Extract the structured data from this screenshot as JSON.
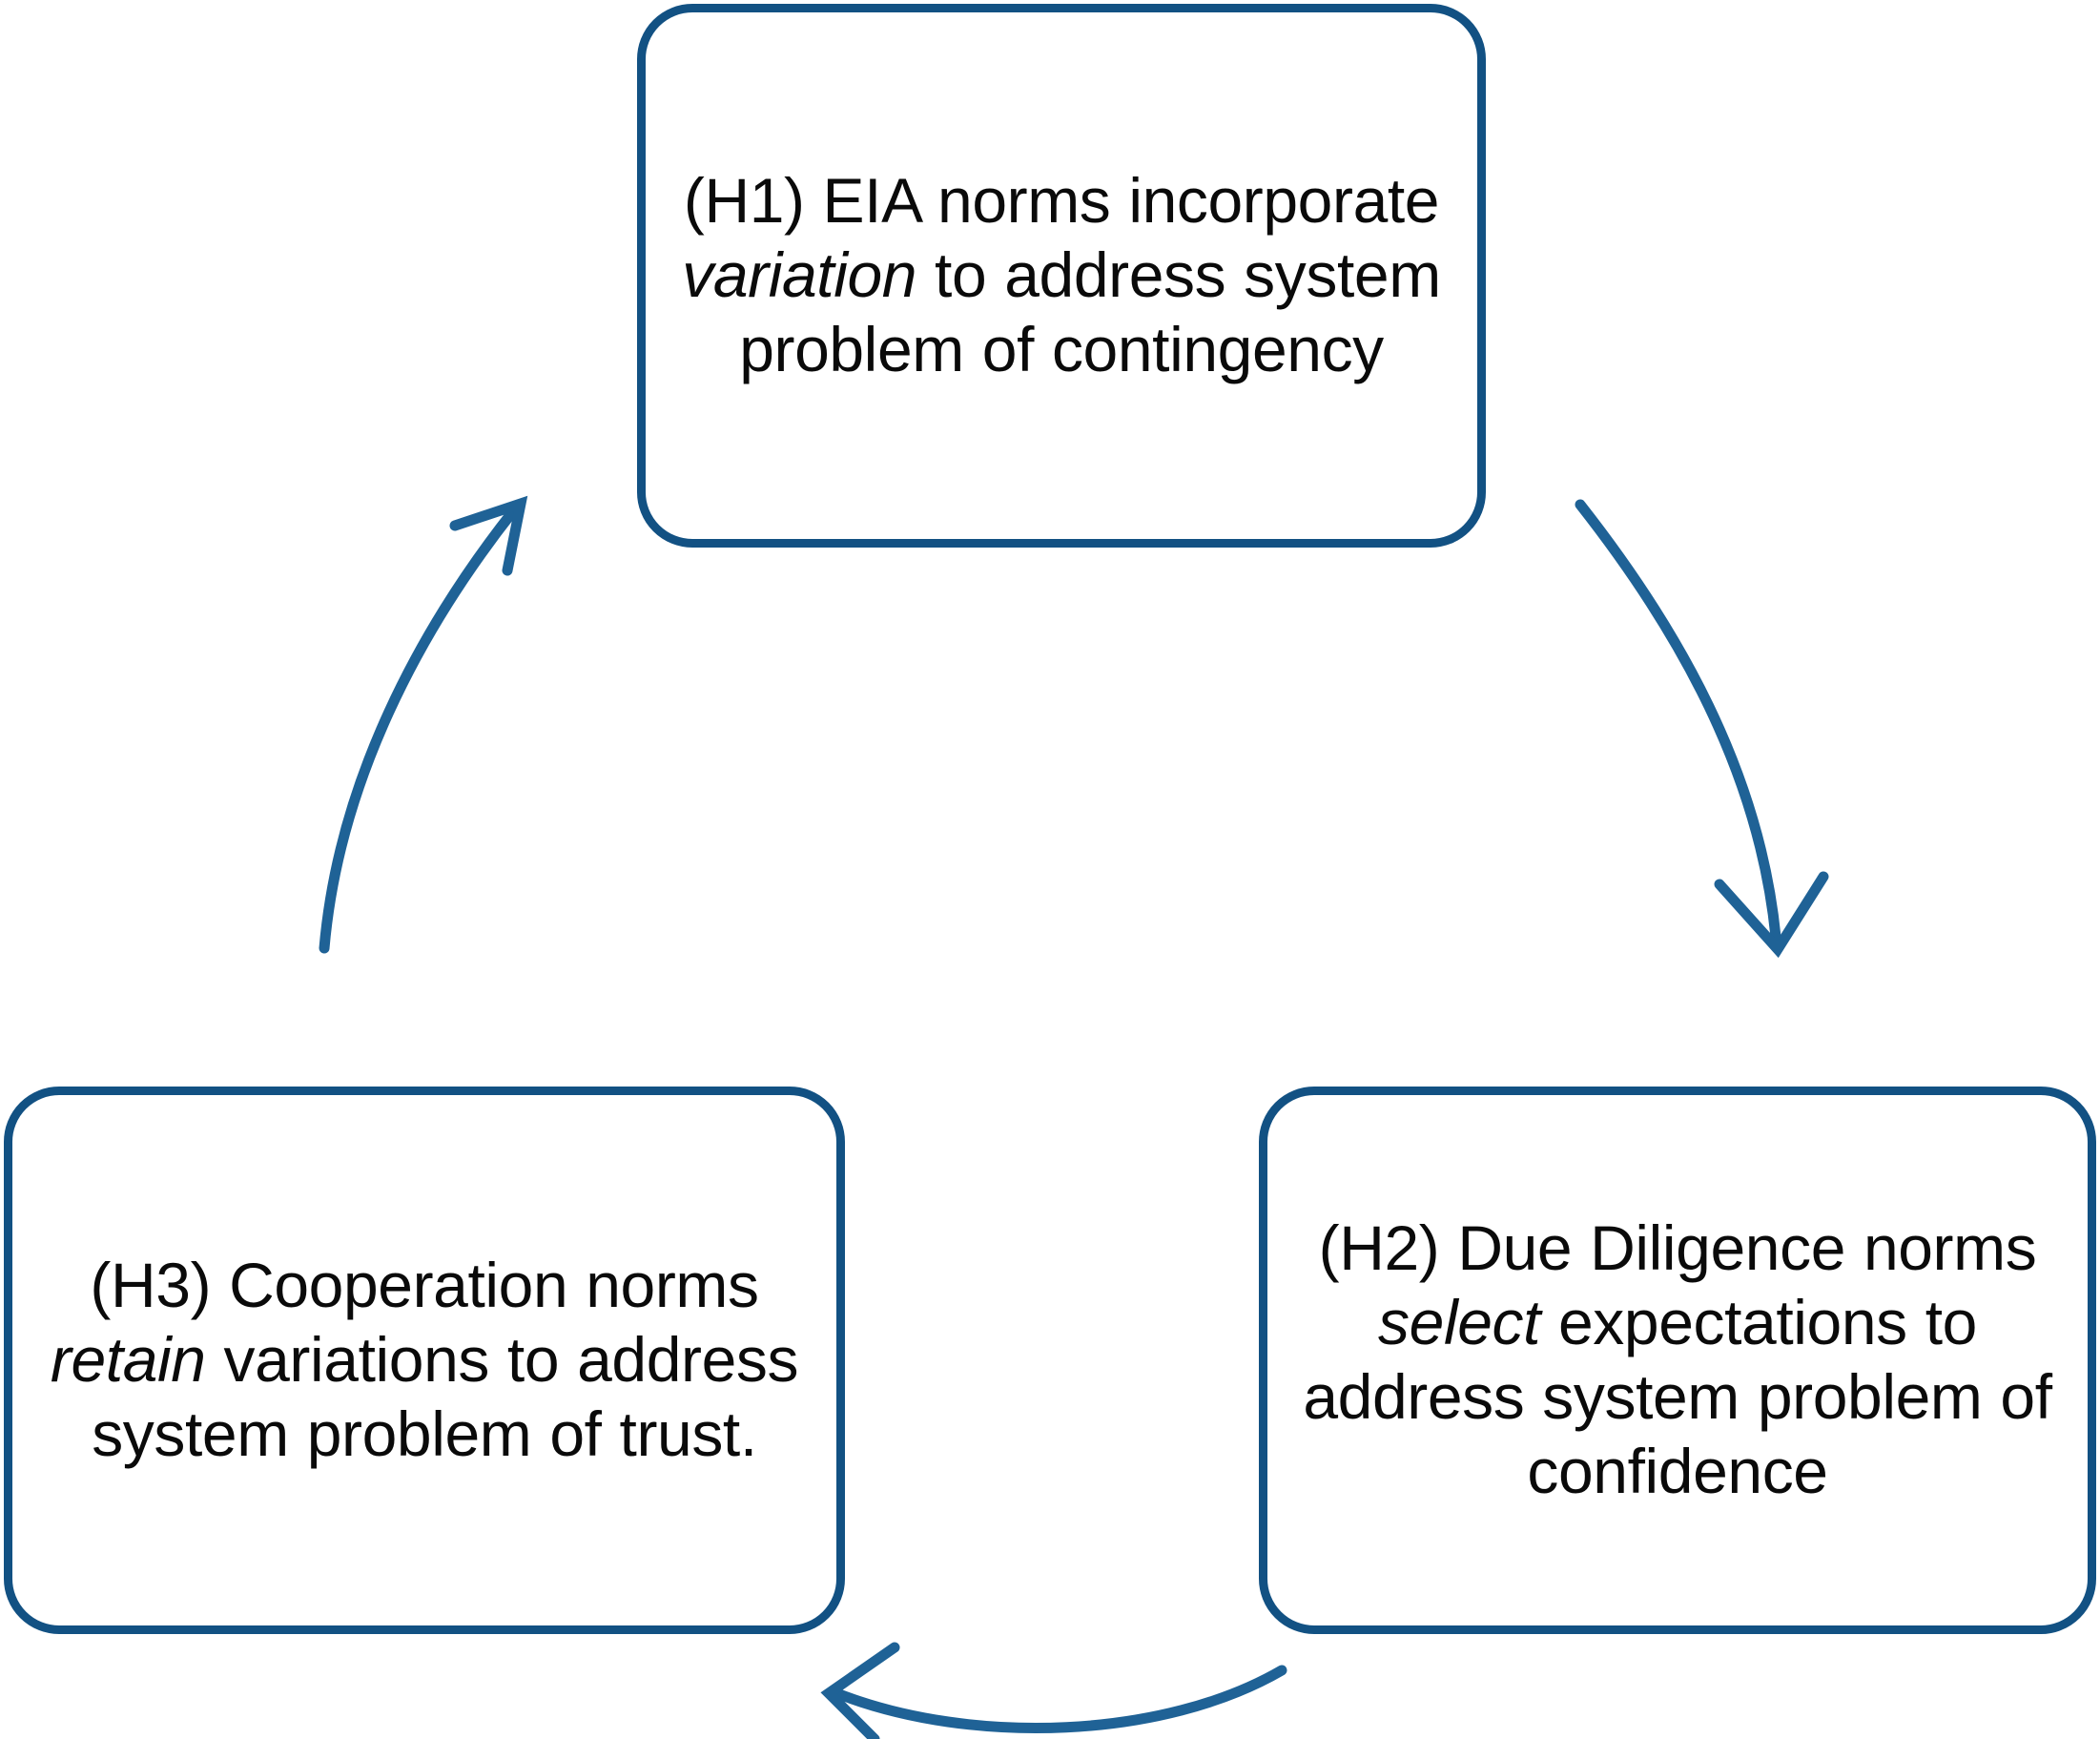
{
  "diagram": {
    "type": "cycle",
    "title": "",
    "colors": {
      "box_border": "#125183",
      "box_fill": "#ffffff",
      "arrow": "#1f6296",
      "text": "#0a0a0a"
    },
    "nodes": [
      {
        "id": "H1",
        "label": "(H1) EIA norms incorporate variation to address system problem of contingency",
        "segments": [
          {
            "text": "(H1) EIA norms incorporate ",
            "style": "normal"
          },
          {
            "text": "variation",
            "style": "italic"
          },
          {
            "text": " to address system problem of contingency",
            "style": "normal"
          }
        ],
        "position": "top-center"
      },
      {
        "id": "H2",
        "label": "(H2) Due Diligence norms select expectations to address system problem of confidence",
        "segments": [
          {
            "text": "(H2) Due Diligence norms ",
            "style": "normal"
          },
          {
            "text": "select",
            "style": "italic"
          },
          {
            "text": " expectations to address system problem of confidence",
            "style": "normal"
          }
        ],
        "position": "bottom-right"
      },
      {
        "id": "H3",
        "label": "(H3) Cooperation norms retain variations to address system problem of trust.",
        "segments": [
          {
            "text": "(H3) Cooperation norms ",
            "style": "normal"
          },
          {
            "text": "retain",
            "style": "italic"
          },
          {
            "text": " variations to address system problem of trust.",
            "style": "normal"
          }
        ],
        "position": "bottom-left"
      }
    ],
    "edges": [
      {
        "id": "e1",
        "from": "H1",
        "to": "H2",
        "label": "",
        "shape": "curved-arrow-right"
      },
      {
        "id": "e2",
        "from": "H2",
        "to": "H3",
        "label": "",
        "shape": "curved-arrow-bottom"
      },
      {
        "id": "e3",
        "from": "H3",
        "to": "H1",
        "label": "",
        "shape": "curved-arrow-left"
      }
    ]
  }
}
